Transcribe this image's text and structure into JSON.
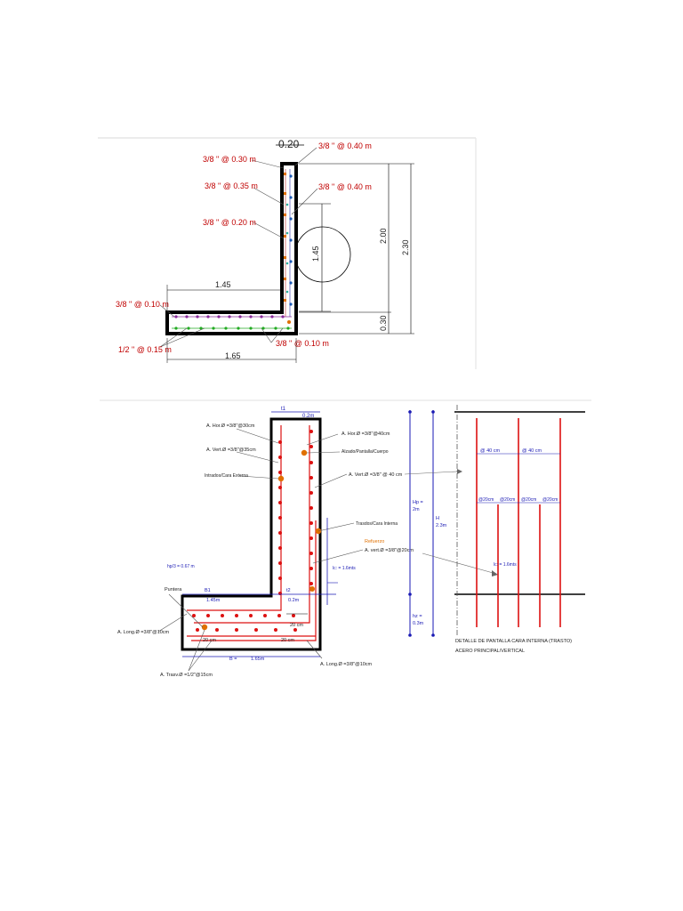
{
  "diagram1": {
    "top_dim": "0.20",
    "labels": {
      "a": "3/8 \" @ 0.30 m",
      "b": "3/8 \" @ 0.35 m",
      "c": "3/8 \" @ 0.20 m",
      "d": "3/8 \" @ 0.40 m",
      "e": "3/8 \" @ 0.40 m",
      "f": "3/8 \" @ 0.10 m",
      "g": "1/2 \" @ 0.15 m",
      "h": "3/8 \" @ 0.10 m"
    },
    "dims": {
      "heel": "1.45",
      "base": "1.65",
      "circle": "1.45",
      "h200": "2.00",
      "h230": "2.30",
      "h030": "0.30"
    }
  },
  "diagram2": {
    "t1": "t1",
    "t1_val": "0.2m",
    "ahor1": "A. Hor.Ø =3/8\"@30cm",
    "ahor2": "A. Hor.Ø =3/8\"@40cm",
    "avert1": "A. Vert.Ø =3/8\"@35cm",
    "alzado": "Alzado/Pantalla/Cuerpo",
    "intrados": "Intrados/Cara Externa",
    "avert2": "A. Vert.Ø =3/8\" @ 40 cm",
    "trasdos": "Trasdos/Cara Interna",
    "refuerzo": "Refuerzo",
    "avert3": "A. vert.Ø =3/8\"@20cm",
    "hp3": "hp/3 = 0.67 m",
    "lc": "lc: = 1.6mts",
    "puntera": "Puntera",
    "b1": "B1",
    "b1_val": "1.45m",
    "t2": "t2",
    "t2_val": "0.2m",
    "dim20a": "20 cm",
    "dim20b": "20 cm",
    "dim20c": "20 cm",
    "along1": "A. Long.Ø =3/8\"@10cm",
    "along2": "A. Long.Ø =3/8\"@10cm",
    "b": "B =",
    "b_val": "1.65m",
    "atrasv": "A. Trasv.Ø =1/2\"@15cm",
    "hp": "Hp =",
    "hp_val": "2m",
    "h": "H",
    "h_val": "2.3m",
    "hz": "hz =",
    "hz_val": "0.3m"
  },
  "detail": {
    "s40a": "@ 40 cm",
    "s40b": "@ 40 cm",
    "s20a": "@20cm",
    "s20b": "@20cm",
    "s20c": "@20cm",
    "s20d": "@20cm",
    "lc": "lc: = 1.6mts",
    "cap1": "DETALLE DE PANTALLA CARA INTERNA (TRASTO)",
    "cap2": "ACERO PRINCIPAL/VERTICAL"
  },
  "colors": {
    "red": "#c00000",
    "blue": "#1a1ab4",
    "green": "#22aa22",
    "purple": "#8a2b9a",
    "orange": "#e07000"
  }
}
